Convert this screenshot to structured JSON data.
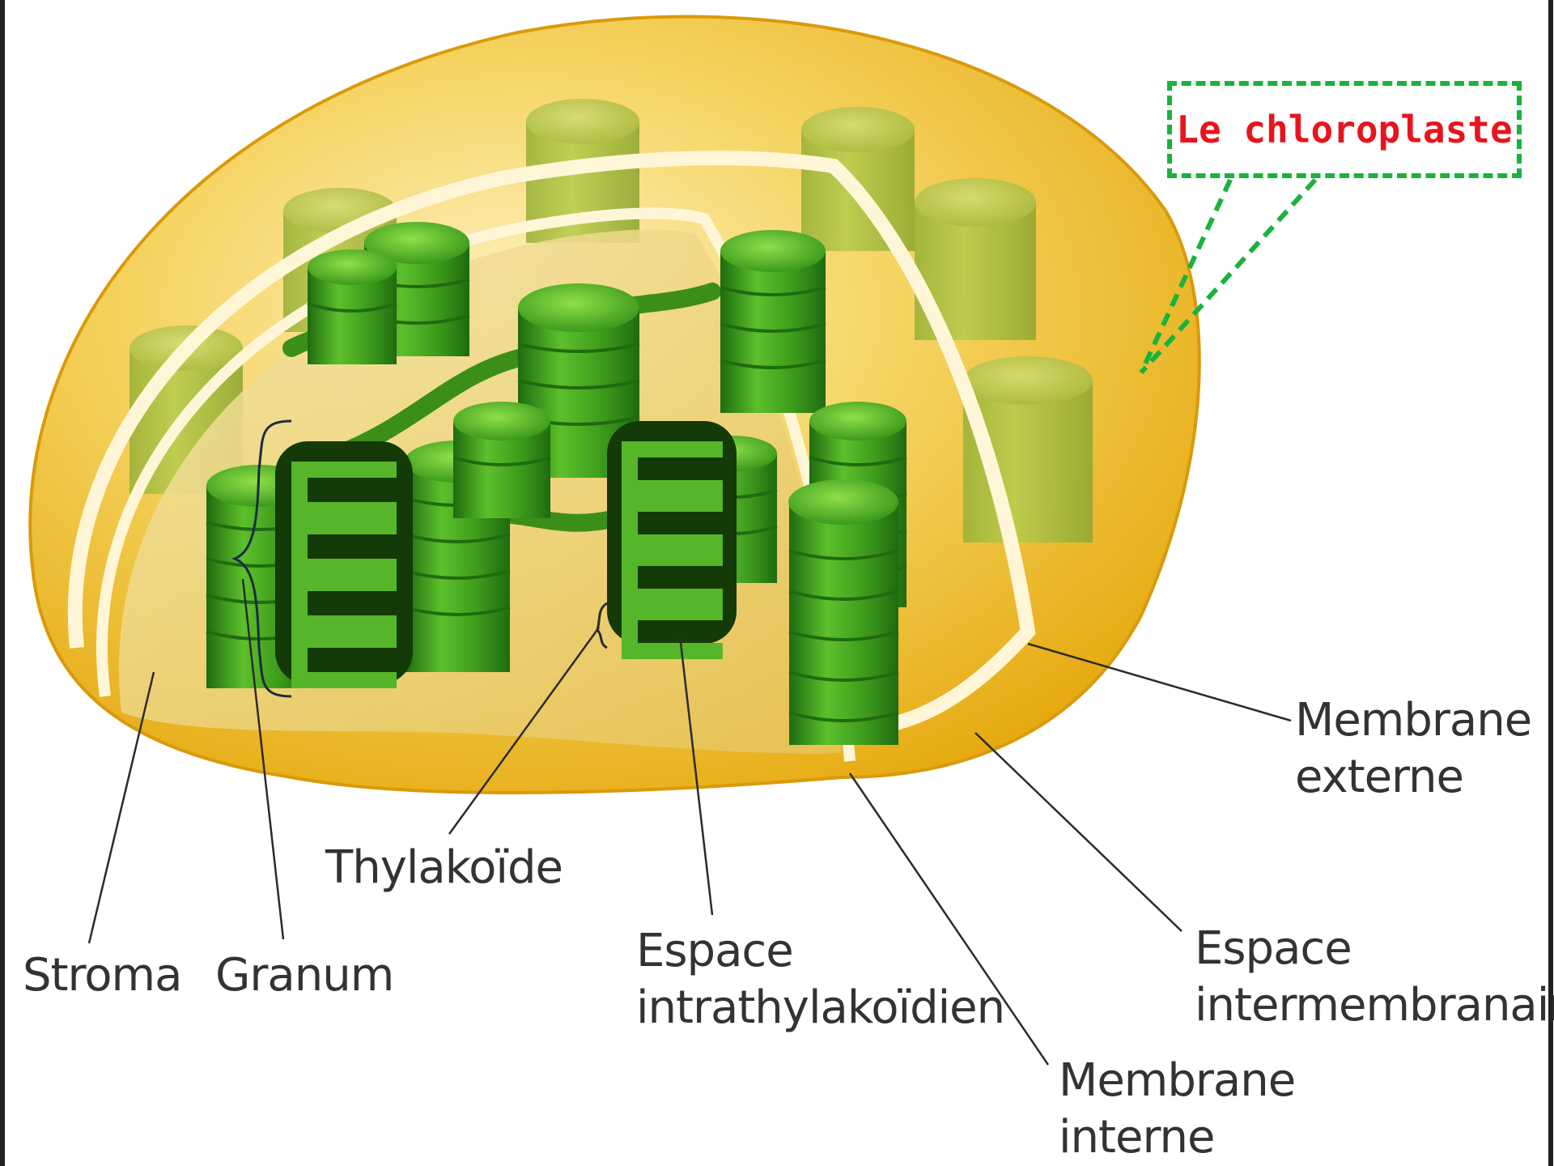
{
  "title": {
    "text": "Le chloroplaste",
    "text_color": "#e8141c",
    "border_color": "#1ab23c"
  },
  "labels": {
    "membrane_externe": [
      "Membrane",
      "externe"
    ],
    "thylakoide": [
      "Thylakoïde"
    ],
    "stroma": [
      "Stroma"
    ],
    "granum": [
      "Granum"
    ],
    "espace_intrathylakoidien": [
      "Espace",
      "intrathylakoïdien"
    ],
    "espace_intermembranaire": [
      "Espace",
      "intermembranaire"
    ],
    "membrane_interne": [
      "Membrane",
      "interne"
    ]
  },
  "colors": {
    "outer_envelope": "#f2c21b",
    "envelope_light": "#fbe7a4",
    "granum_green": "#3e9d1c",
    "granum_dark": "#1d5a0c",
    "leader_line": "#2b2b2b"
  }
}
